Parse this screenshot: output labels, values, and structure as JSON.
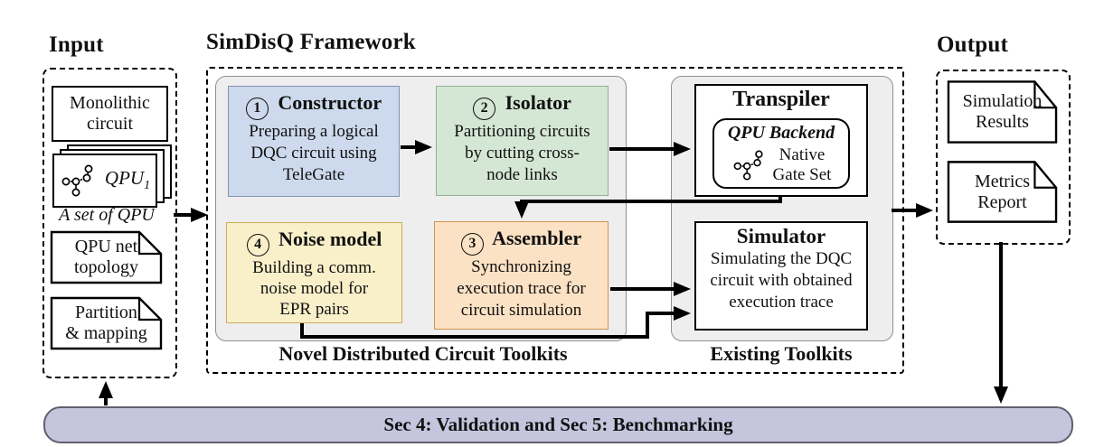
{
  "input": {
    "title": "Input",
    "monolithic_lines": [
      "Monolithic",
      "circuit"
    ],
    "qpu_card": {
      "label": "QPU",
      "subscript": "1",
      "icon": "qpu-graph-icon"
    },
    "set_of_qpu_label": "A set of QPU",
    "topology_lines": [
      "QPU net",
      "topology"
    ],
    "partition_lines": [
      "Partition",
      "& mapping"
    ]
  },
  "framework": {
    "title": "SimDisQ Framework",
    "modules": [
      {
        "num": "1",
        "name": "Constructor",
        "lines": [
          "Preparing a logical",
          "DQC circuit using",
          "TeleGate"
        ]
      },
      {
        "num": "2",
        "name": "Isolator",
        "lines": [
          "Partitioning circuits",
          "by cutting cross-",
          "node links"
        ]
      },
      {
        "num": "4",
        "name": "Noise model",
        "lines": [
          "Building a comm.",
          "noise model for",
          "EPR pairs"
        ]
      },
      {
        "num": "3",
        "name": "Assembler",
        "lines": [
          "Synchronizing",
          "execution trace for",
          "circuit simulation"
        ]
      }
    ],
    "novel_label": "Novel Distributed Circuit Toolkits",
    "existing_label": "Existing Toolkits",
    "transpiler": {
      "title": "Transpiler",
      "backend_title": "QPU Backend",
      "backend_lines": [
        "Native",
        "Gate Set"
      ],
      "icon": "qpu-graph-icon"
    },
    "simulator": {
      "title": "Simulator",
      "lines": [
        "Simulating the DQC",
        "circuit with obtained",
        "execution trace"
      ]
    }
  },
  "output": {
    "title": "Output",
    "results_lines": [
      "Simulation",
      "Results"
    ],
    "metrics_lines": [
      "Metrics",
      "Report"
    ]
  },
  "footer": {
    "label": "Sec 4: Validation and Sec 5: Benchmarking"
  },
  "colors": {
    "constructor_fill": "#cdd9ec",
    "isolator_fill": "#d4e6d4",
    "noise_fill": "#f9f0ca",
    "assembler_fill": "#fce2c4",
    "container_fill": "#eeeeee",
    "footer_fill": "#c5c5de",
    "line_color": "#000000"
  }
}
